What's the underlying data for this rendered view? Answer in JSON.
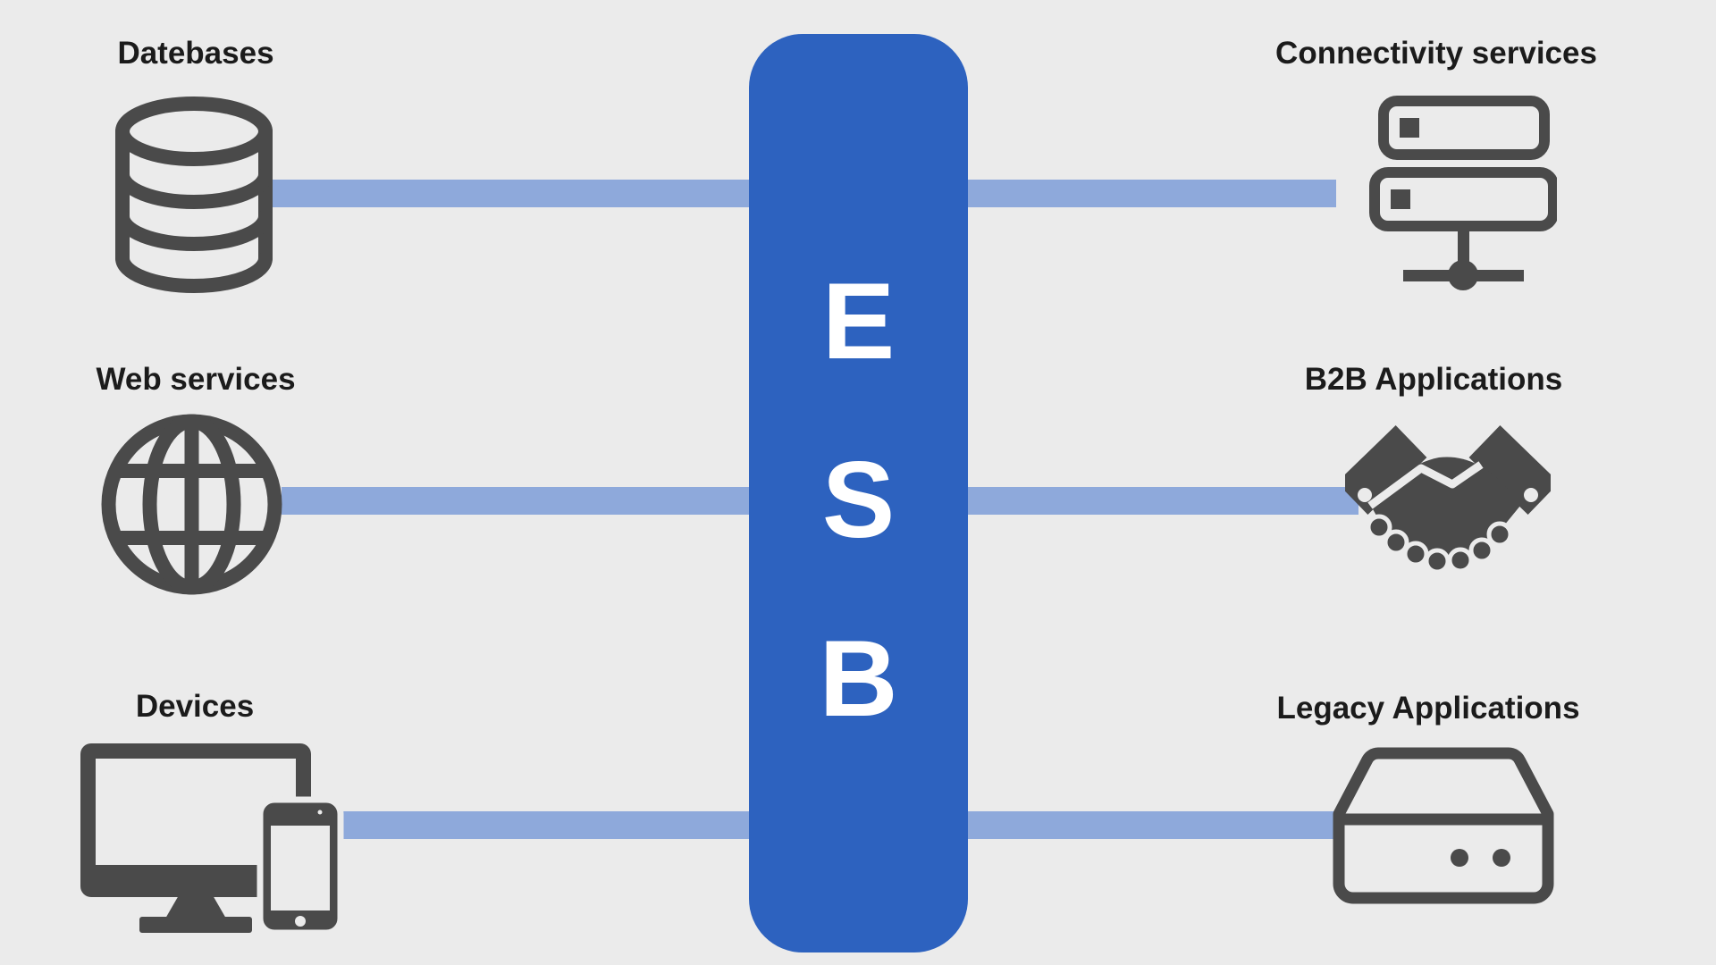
{
  "diagram": {
    "colors": {
      "background": "#ebebeb",
      "icon": "#4a4a4a",
      "bus": "#2d62bf",
      "bus_text": "#ffffff",
      "connector": "#8ea9db",
      "label_text": "#1b1b1b"
    },
    "bus": {
      "name": "ESB",
      "letters": [
        "E",
        "S",
        "B"
      ]
    },
    "left_nodes": [
      {
        "label": "Datebases",
        "icon": "database-icon"
      },
      {
        "label": "Web services",
        "icon": "globe-icon"
      },
      {
        "label": "Devices",
        "icon": "desktop-phone-icon"
      }
    ],
    "right_nodes": [
      {
        "label": "Connectivity services",
        "icon": "server-network-icon"
      },
      {
        "label": "B2B Applications",
        "icon": "handshake-icon"
      },
      {
        "label": "Legacy Applications",
        "icon": "drive-box-icon"
      }
    ]
  }
}
